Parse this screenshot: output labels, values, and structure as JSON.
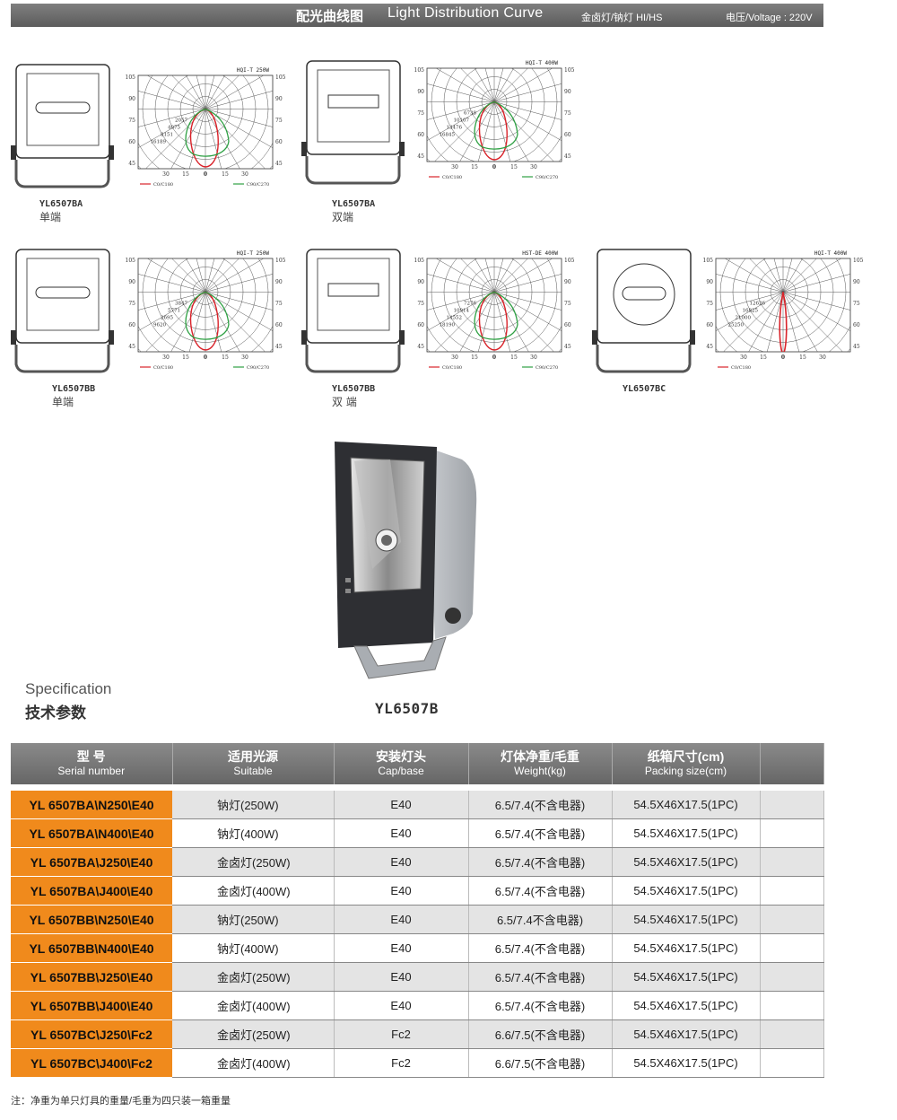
{
  "header": {
    "title_zh": "配光曲线图",
    "title_en": "Light Distribution Curve",
    "lamp_type": "金卤灯/钠灯  HI/HS",
    "voltage": "电压/Voltage : 220V"
  },
  "curves": [
    {
      "lamp_model": "YL6507BA",
      "lamp_variant": "单端",
      "chart_title": "HQI-T 250W",
      "legend": [
        "C0/C180",
        "C90/C270"
      ],
      "values": [
        "2057",
        "4075",
        "8151",
        "16189"
      ]
    },
    {
      "lamp_model": "YL6507BA",
      "lamp_variant": "双端",
      "chart_title": "HQI-T 400W",
      "legend": [
        "C0/C180",
        "C90/C270"
      ],
      "values": [
        "6738",
        "10107",
        "13476",
        "16845"
      ]
    },
    {
      "lamp_model": "YL6507BB",
      "lamp_variant": "单端",
      "chart_title": "HQI-T 250W",
      "legend": [
        "C0/C180",
        "C90/C270"
      ],
      "values": [
        "3847",
        "5771",
        "2695",
        "9620"
      ]
    },
    {
      "lamp_model": "YL6507BB",
      "lamp_variant": "双 端",
      "chart_title": "HST-DE 400W",
      "legend": [
        "C0/C180",
        "C90/C270"
      ],
      "values": [
        "7276",
        "10914",
        "14552",
        "18190"
      ]
    },
    {
      "lamp_model": "YL6507BC",
      "lamp_variant": "",
      "chart_title": "HQI-T 400W",
      "legend": [
        "C0/C180"
      ],
      "values": [
        "12626",
        "16825",
        "21000",
        "25250"
      ]
    }
  ],
  "axis": {
    "angles_left": [
      "105",
      "90",
      "75",
      "60",
      "45"
    ],
    "angles_bottom": [
      "30",
      "15",
      "0",
      "15",
      "30"
    ]
  },
  "product": {
    "model": "YL6507B"
  },
  "spec": {
    "title_en": "Specification",
    "title_zh": "技术参数",
    "columns": [
      {
        "zh": "型    号",
        "en": "Serial number"
      },
      {
        "zh": "适用光源",
        "en": "Suitable"
      },
      {
        "zh": "安装灯头",
        "en": "Cap/base"
      },
      {
        "zh": "灯体净重/毛重",
        "en": "Weight(kg)"
      },
      {
        "zh": "纸箱尺寸(cm)",
        "en": "Packing size(cm)"
      }
    ],
    "rows": [
      [
        "YL 6507BA\\N250\\E40",
        "钠灯(250W)",
        "E40",
        "6.5/7.4(不含电器)",
        "54.5X46X17.5(1PC)"
      ],
      [
        "YL 6507BA\\N400\\E40",
        "钠灯(400W)",
        "E40",
        "6.5/7.4(不含电器)",
        "54.5X46X17.5(1PC)"
      ],
      [
        "YL 6507BA\\J250\\E40",
        "金卤灯(250W)",
        "E40",
        "6.5/7.4(不含电器)",
        "54.5X46X17.5(1PC)"
      ],
      [
        "YL 6507BA\\J400\\E40",
        "金卤灯(400W)",
        "E40",
        "6.5/7.4(不含电器)",
        "54.5X46X17.5(1PC)"
      ],
      [
        "YL 6507BB\\N250\\E40",
        "钠灯(250W)",
        "E40",
        "6.5/7.4不含电器)",
        "54.5X46X17.5(1PC)"
      ],
      [
        "YL 6507BB\\N400\\E40",
        "钠灯(400W)",
        "E40",
        "6.5/7.4(不含电器)",
        "54.5X46X17.5(1PC)"
      ],
      [
        "YL 6507BB\\J250\\E40",
        "金卤灯(250W)",
        "E40",
        "6.5/7.4(不含电器)",
        "54.5X46X17.5(1PC)"
      ],
      [
        "YL 6507BB\\J400\\E40",
        "金卤灯(400W)",
        "E40",
        "6.5/7.4(不含电器)",
        "54.5X46X17.5(1PC)"
      ],
      [
        "YL 6507BC\\J250\\Fc2",
        "金卤灯(250W)",
        "Fc2",
        "6.6/7.5(不含电器)",
        "54.5X46X17.5(1PC)"
      ],
      [
        "YL 6507BC\\J400\\Fc2",
        "金卤灯(400W)",
        "Fc2",
        "6.6/7.5(不含电器)",
        "54.5X46X17.5(1PC)"
      ]
    ]
  },
  "note": "注：净重为单只灯具的重量/毛重为四只装一箱重量",
  "colors": {
    "red_curve": "#d9232a",
    "green_curve": "#2ea043",
    "orange_cell": "#f08a1c"
  }
}
